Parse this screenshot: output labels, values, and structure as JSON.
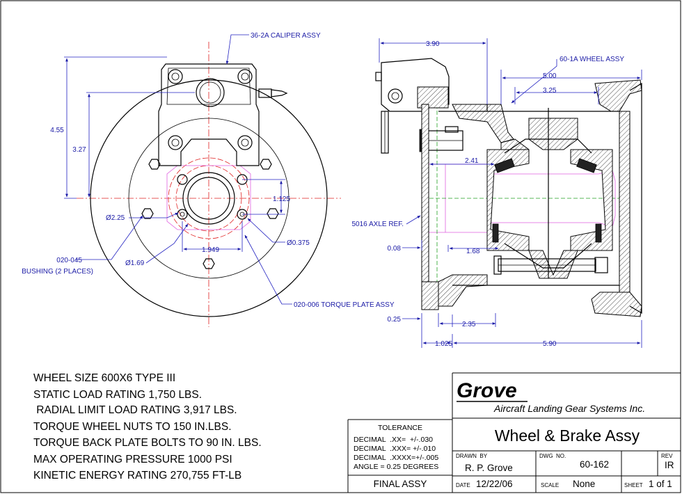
{
  "front_view": {
    "callouts": {
      "caliper": "36-2A CALIPER ASSY",
      "bushing_part": "020-045",
      "bushing_desc": "BUSHING (2 PLACES)",
      "torque_plate": "020-006 TORQUE PLATE ASSY"
    },
    "dims": {
      "h_455": "4.55",
      "h_327": "3.27",
      "d_225": "Ø2.25",
      "d_169": "Ø1.69",
      "d_0375": "Ø0.375",
      "w_1949": "1.949",
      "v_1125": "1.125"
    }
  },
  "side_view": {
    "callouts": {
      "wheel": "60-1A WHEEL ASSY",
      "axle": "5016 AXLE REF."
    },
    "dims": {
      "w_390": "3.90",
      "w_500": "5.00",
      "w_325": "3.25",
      "w_241": "2.41",
      "w_008": "0.08",
      "w_168": "1.68",
      "w_025": "0.25",
      "w_235": "2.35",
      "w_1025": "1.025",
      "w_590": "5.90"
    }
  },
  "notes": [
    "WHEEL SIZE 600X6 TYPE III",
    "STATIC LOAD RATING 1,750 LBS.",
    " RADIAL LIMIT LOAD RATING 3,917 LBS.",
    "TORQUE WHEEL NUTS TO 150 IN.LBS.",
    "TORQUE BACK PLATE BOLTS TO 90 IN. LBS.",
    "MAX OPERATING PRESSURE 1000 PSI",
    "KINETIC ENERGY RATING 270,755 FT-LB"
  ],
  "title_block": {
    "company": "Grove",
    "company_sub": "Aircraft Landing Gear Systems Inc.",
    "tolerance_label": "TOLERANCE",
    "tolerance_lines": [
      "DECIMAL  .XX=  +/-.030",
      "DECIMAL  .XXX= +/-.010",
      "DECIMAL  .XXXX=+/-.005",
      "ANGLE = 0.25 DEGREES"
    ],
    "title": "Wheel & Brake Assy",
    "drawn_by_label": "DRAWN  BY",
    "drawn_by": "R. P. Grove",
    "dwg_no_label": "DWG  NO.",
    "dwg_no": "60-162",
    "rev_label": "REV",
    "rev": "IR",
    "final": "FINAL ASSY",
    "date_label": "DATE",
    "date": "12/22/06",
    "scale_label": "SCALE",
    "scale": "None",
    "sheet_label": "SHEET",
    "sheet": "1 of 1"
  }
}
